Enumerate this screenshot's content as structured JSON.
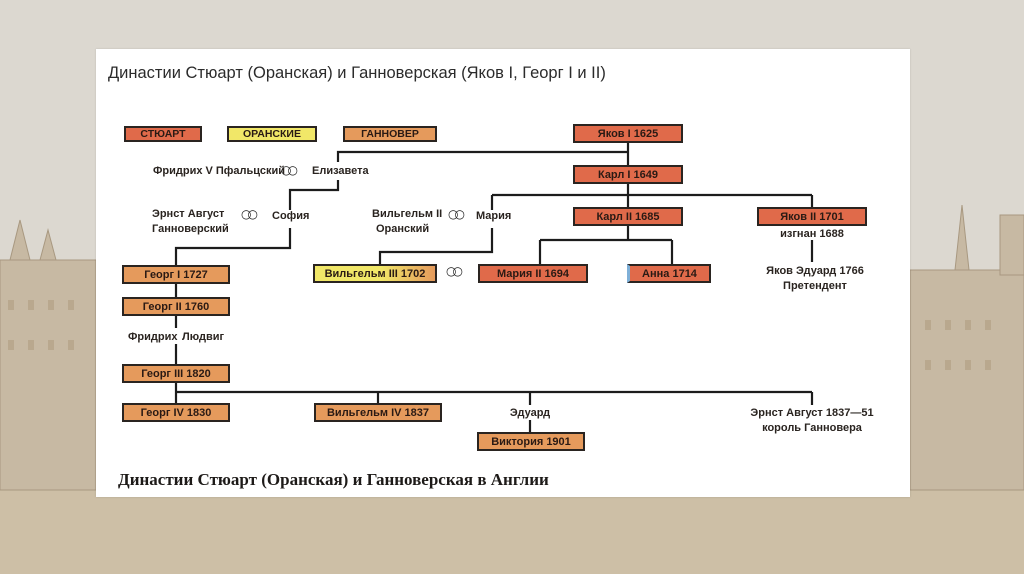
{
  "slide": {
    "title": "Династии Стюарт (Оранская) и Ганноверская (Яков I, Георг I и II)",
    "caption": "Династии Стюарт (Оранская) и Ганноверская в Англии"
  },
  "legend": [
    {
      "label": "СТЮАРТ",
      "color": "#e06a4a"
    },
    {
      "label": "ОРАНСКИЕ",
      "color": "#f1e768"
    },
    {
      "label": "ГАННОВЕР",
      "color": "#e59a5c"
    }
  ],
  "people": {
    "james1": "Яков I 1625",
    "charles1": "Карл I 1649",
    "charles2": "Карл II 1685",
    "james2": "Яков II 1701",
    "james2_note": "изгнан 1688",
    "friedrich5": "Фридрих V Пфальцский",
    "elizabeth": "Елизавета",
    "ernst_august": "Эрнст Август Ганноверский",
    "ernst_august_line1": "Эрнст Август",
    "ernst_august_line2": "Ганноверский",
    "sophia": "София",
    "william2_line1": "Вильгельм II",
    "william2_line2": "Оранский",
    "mary": "Мария",
    "william3": "Вильгельм III 1702",
    "mary2": "Мария II 1694",
    "anne": "Анна 1714",
    "james_edward_line1": "Яков Эдуард 1766",
    "james_edward_line2": "Претендент",
    "george1": "Георг I 1727",
    "george2": "Георг II 1760",
    "frederick": "Фридрих",
    "ludwig": "Людвиг",
    "george3": "Георг III 1820",
    "george4": "Георг IV 1830",
    "william4": "Вильгельм IV 1837",
    "edward": "Эдуард",
    "victoria": "Виктория 1901",
    "ernst_august2_line1": "Эрнст Август 1837—51",
    "ernst_august2_line2": "король Ганновера"
  },
  "marriage_symbol": "○○"
}
